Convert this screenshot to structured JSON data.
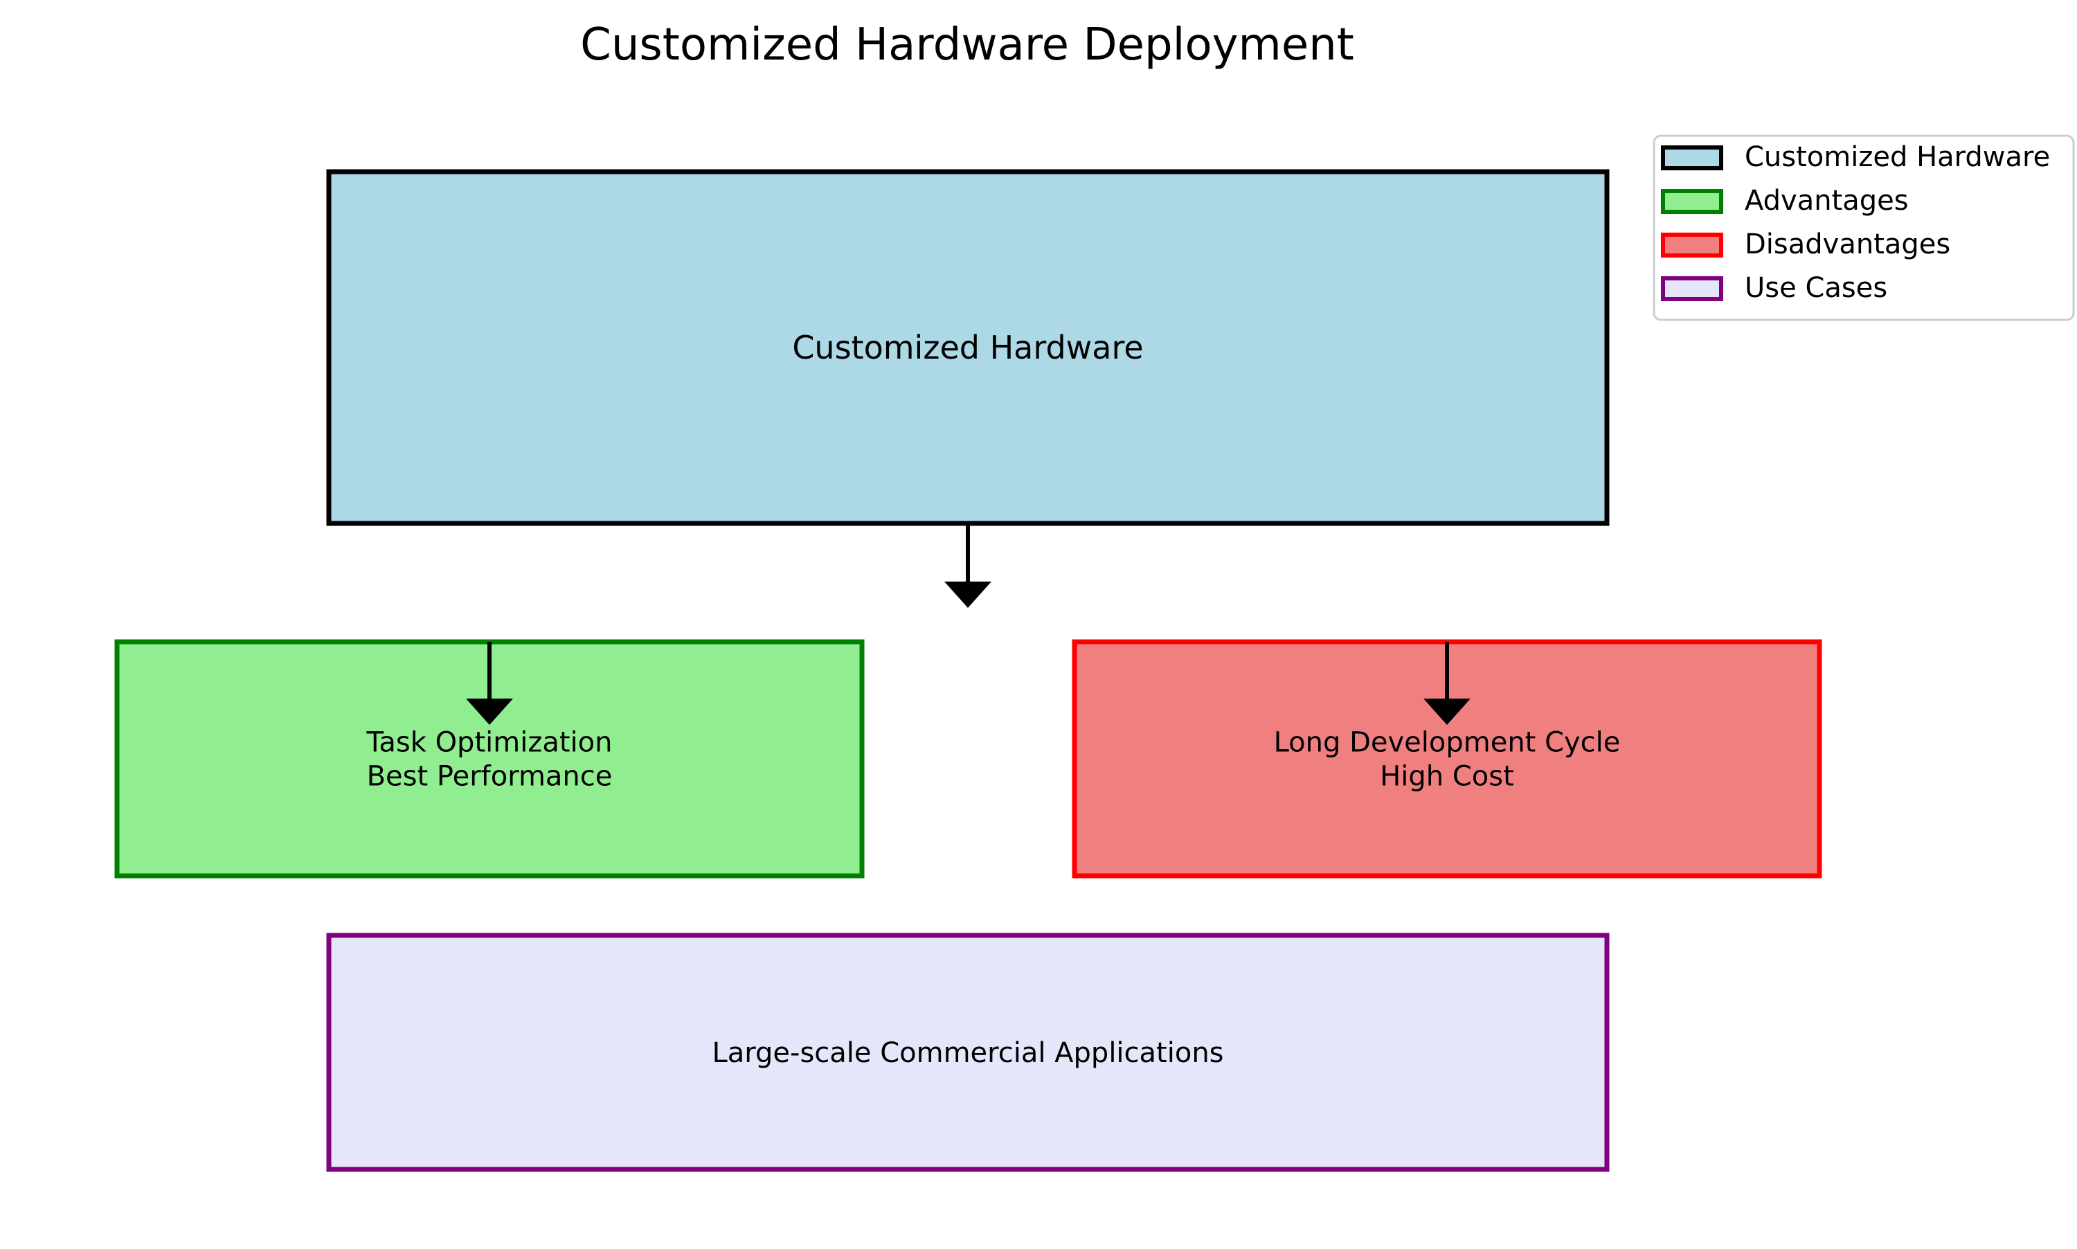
{
  "title": "Customized Hardware Deployment",
  "nodes": {
    "customized_hardware": {
      "lines": [
        "Customized Hardware"
      ],
      "fill": "#add8e6",
      "stroke": "#000000"
    },
    "advantages": {
      "lines": [
        "Task Optimization",
        "Best Performance"
      ],
      "fill": "#90ee90",
      "stroke": "#008000"
    },
    "disadvantages": {
      "lines": [
        "Long Development Cycle",
        "High Cost"
      ],
      "fill": "#f08080",
      "stroke": "#ff0000"
    },
    "use_cases": {
      "lines": [
        "Large-scale Commercial Applications"
      ],
      "fill": "#e6e6fa",
      "stroke": "#800080"
    }
  },
  "legend": {
    "items": [
      {
        "label": "Customized Hardware",
        "fill": "#add8e6",
        "stroke": "#000000"
      },
      {
        "label": "Advantages",
        "fill": "#90ee90",
        "stroke": "#008000"
      },
      {
        "label": "Disadvantages",
        "fill": "#f08080",
        "stroke": "#ff0000"
      },
      {
        "label": "Use Cases",
        "fill": "#e6e6fa",
        "stroke": "#800080"
      }
    ]
  },
  "edges": [
    {
      "from": "customized_hardware",
      "to": "center"
    },
    {
      "from": "advantages",
      "to": "advantages"
    },
    {
      "from": "disadvantages",
      "to": "disadvantages"
    }
  ]
}
